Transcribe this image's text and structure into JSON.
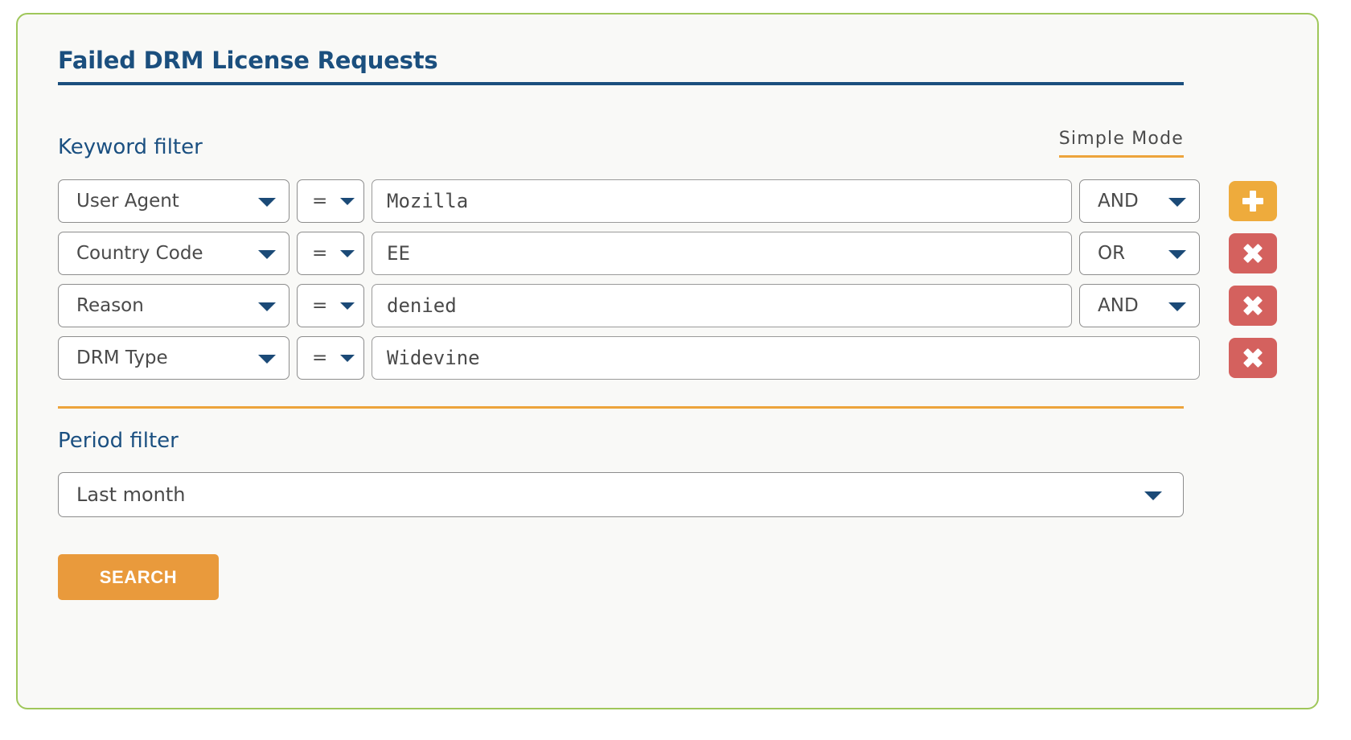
{
  "card": {
    "title": "Failed DRM License Requests",
    "border_color": "#9fc75a",
    "background": "#f9f9f7"
  },
  "keyword_section": {
    "label": "Keyword filter",
    "mode_toggle_label": "Simple Mode",
    "rows": [
      {
        "field": "User Agent",
        "operator": "=",
        "value": "Mozilla",
        "boolean": "AND",
        "action": "+",
        "action_name": "add"
      },
      {
        "field": "Country Code",
        "operator": "=",
        "value": "EE",
        "boolean": "OR",
        "action": "×",
        "action_name": "remove"
      },
      {
        "field": "Reason",
        "operator": "=",
        "value": "denied",
        "boolean": "AND",
        "action": "×",
        "action_name": "remove"
      },
      {
        "field": "DRM Type",
        "operator": "=",
        "value": "Widevine",
        "boolean": null,
        "action": "×",
        "action_name": "remove"
      }
    ]
  },
  "period_section": {
    "label": "Period filter",
    "selected": "Last month"
  },
  "actions": {
    "search_label": "SEARCH"
  },
  "colors": {
    "title_blue": "#1b4f7e",
    "label_blue": "#1b5081",
    "accent_orange": "#eda43c",
    "search_orange": "#e99a3c",
    "add_orange": "#eeab3c",
    "remove_red": "#d4615e",
    "caret_navy": "#1b4a77",
    "card_border_green": "#9fc75a"
  }
}
